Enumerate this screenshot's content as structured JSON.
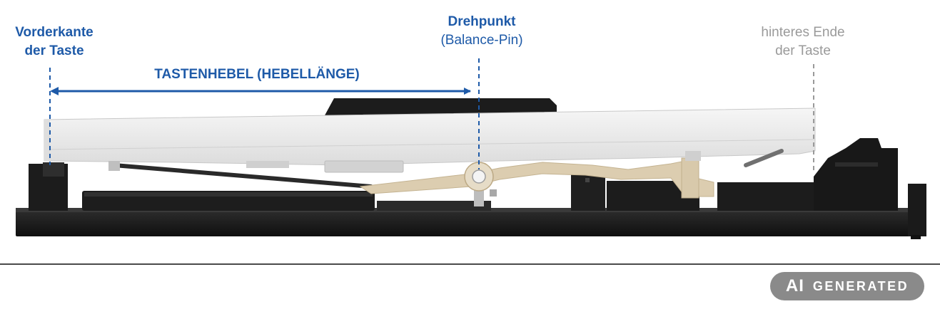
{
  "labels": {
    "front_edge": {
      "line1": "Vorderkante",
      "line2": "der Taste"
    },
    "pivot": {
      "line1": "Drehpunkt",
      "line2": "(Balance-Pin)"
    },
    "lever": "TASTENHEBEL (HEBELLÄNGE)",
    "rear_end": {
      "line1": "hinteres Ende",
      "line2": "der Taste"
    }
  },
  "badge": {
    "ai": "AI",
    "generated": "GENERATED"
  },
  "colors": {
    "accent_blue": "#1e5aa8",
    "muted_grey": "#9a9a9a",
    "key_white": "#efefef",
    "frame_black": "#1c1c1c",
    "hammer_beige": "#dccdb0"
  }
}
